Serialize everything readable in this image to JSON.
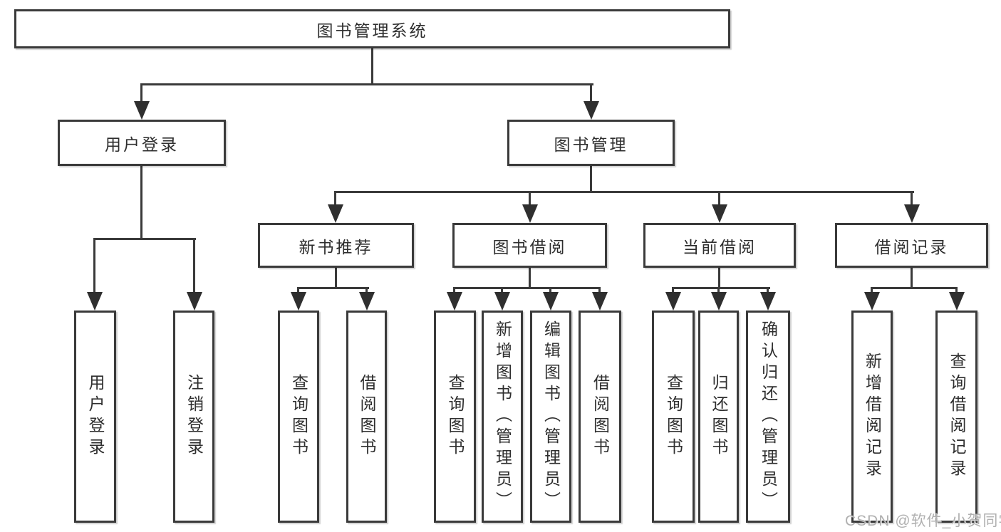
{
  "diagram": {
    "colors": {
      "line": "#3a3a3a",
      "box_border": "#3a3a3a",
      "text": "#2e2e2e",
      "watermark": "#b0b0b0",
      "background": "#ffffff"
    },
    "watermark": "CSDN @软件_小贺同学",
    "tree": {
      "label": "图书管理系统",
      "children": [
        {
          "label": "用户登录",
          "children": [
            {
              "label": "用户登录"
            },
            {
              "label": "注销登录"
            }
          ]
        },
        {
          "label": "图书管理",
          "children": [
            {
              "label": "新书推荐",
              "children": [
                {
                  "label": "查询图书"
                },
                {
                  "label": "借阅图书"
                }
              ]
            },
            {
              "label": "图书借阅",
              "children": [
                {
                  "label": "查询图书"
                },
                {
                  "label": "新增图书（管理员）"
                },
                {
                  "label": "编辑图书（管理员）"
                },
                {
                  "label": "借阅图书"
                }
              ]
            },
            {
              "label": "当前借阅",
              "children": [
                {
                  "label": "查询图书"
                },
                {
                  "label": "归还图书"
                },
                {
                  "label": "确认归还（管理员）"
                }
              ]
            },
            {
              "label": "借阅记录",
              "children": [
                {
                  "label": "新增借阅记录"
                },
                {
                  "label": "查询借阅记录"
                }
              ]
            }
          ]
        }
      ]
    }
  }
}
